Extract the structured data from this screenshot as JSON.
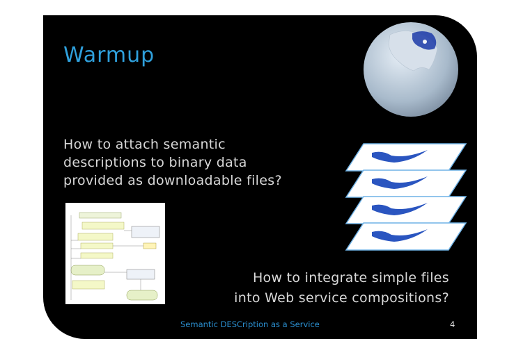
{
  "slide": {
    "title": "Warmup",
    "question_1_lines": [
      "How to attach semantic",
      "descriptions to binary data",
      "provided as downloadable files?"
    ],
    "question_2_lines": [
      "How to integrate simple files",
      "into Web service compositions?"
    ],
    "footer": "Semantic DESCription as a Service",
    "page_number": "4"
  },
  "colors": {
    "background": "#000000",
    "title": "#2fa0dc",
    "body_text": "#d8d8d8",
    "footer": "#2b8fd0"
  },
  "images": {
    "globe": "globe-image",
    "diagram": "workflow-diagram-image",
    "layers": "stacked-map-layers-image"
  }
}
